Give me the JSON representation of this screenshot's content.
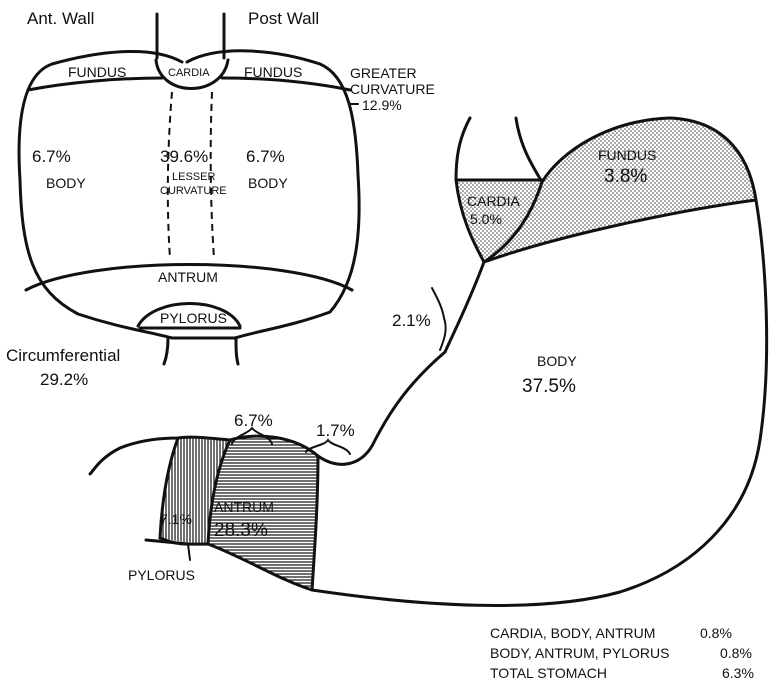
{
  "left_diagram": {
    "ant_wall": "Ant. Wall",
    "post_wall": "Post Wall",
    "fundus_left": "FUNDUS",
    "cardia": "CARDIA",
    "fundus_right": "FUNDUS",
    "greater_curvature_line1": "GREATER",
    "greater_curvature_line2": "CURVATURE",
    "greater_curvature_value": "12.9%",
    "body_left_value": "6.7%",
    "body_left_label": "BODY",
    "lesser_curvature_value": "39.6%",
    "lesser_label_line1": "LESSER",
    "lesser_label_line2": "CURVATURE",
    "body_right_value": "6.7%",
    "body_right_label": "BODY",
    "antrum": "ANTRUM",
    "pylorus": "PYLORUS",
    "circumferential_label": "Circumferential",
    "circumferential_value": "29.2%"
  },
  "right_diagram": {
    "cardia_label": "CARDIA",
    "cardia_value": "5.0%",
    "fundus_label": "FUNDUS",
    "fundus_value": "3.8%",
    "lesser_curve_value": "2.1%",
    "body_label": "BODY",
    "body_value": "37.5%",
    "antrum_lesser_value": "6.7%",
    "body_lesser_value": "1.7%",
    "pylorus_value": "7.1%",
    "antrum_label": "ANTRUM",
    "antrum_value": "28.3%",
    "pylorus_label": "PYLORUS"
  },
  "summary": [
    {
      "label": "CARDIA, BODY, ANTRUM",
      "value": "0.8%"
    },
    {
      "label": "BODY, ANTRUM, PYLORUS",
      "value": "0.8%"
    },
    {
      "label": "TOTAL STOMACH",
      "value": "6.3%"
    }
  ]
}
